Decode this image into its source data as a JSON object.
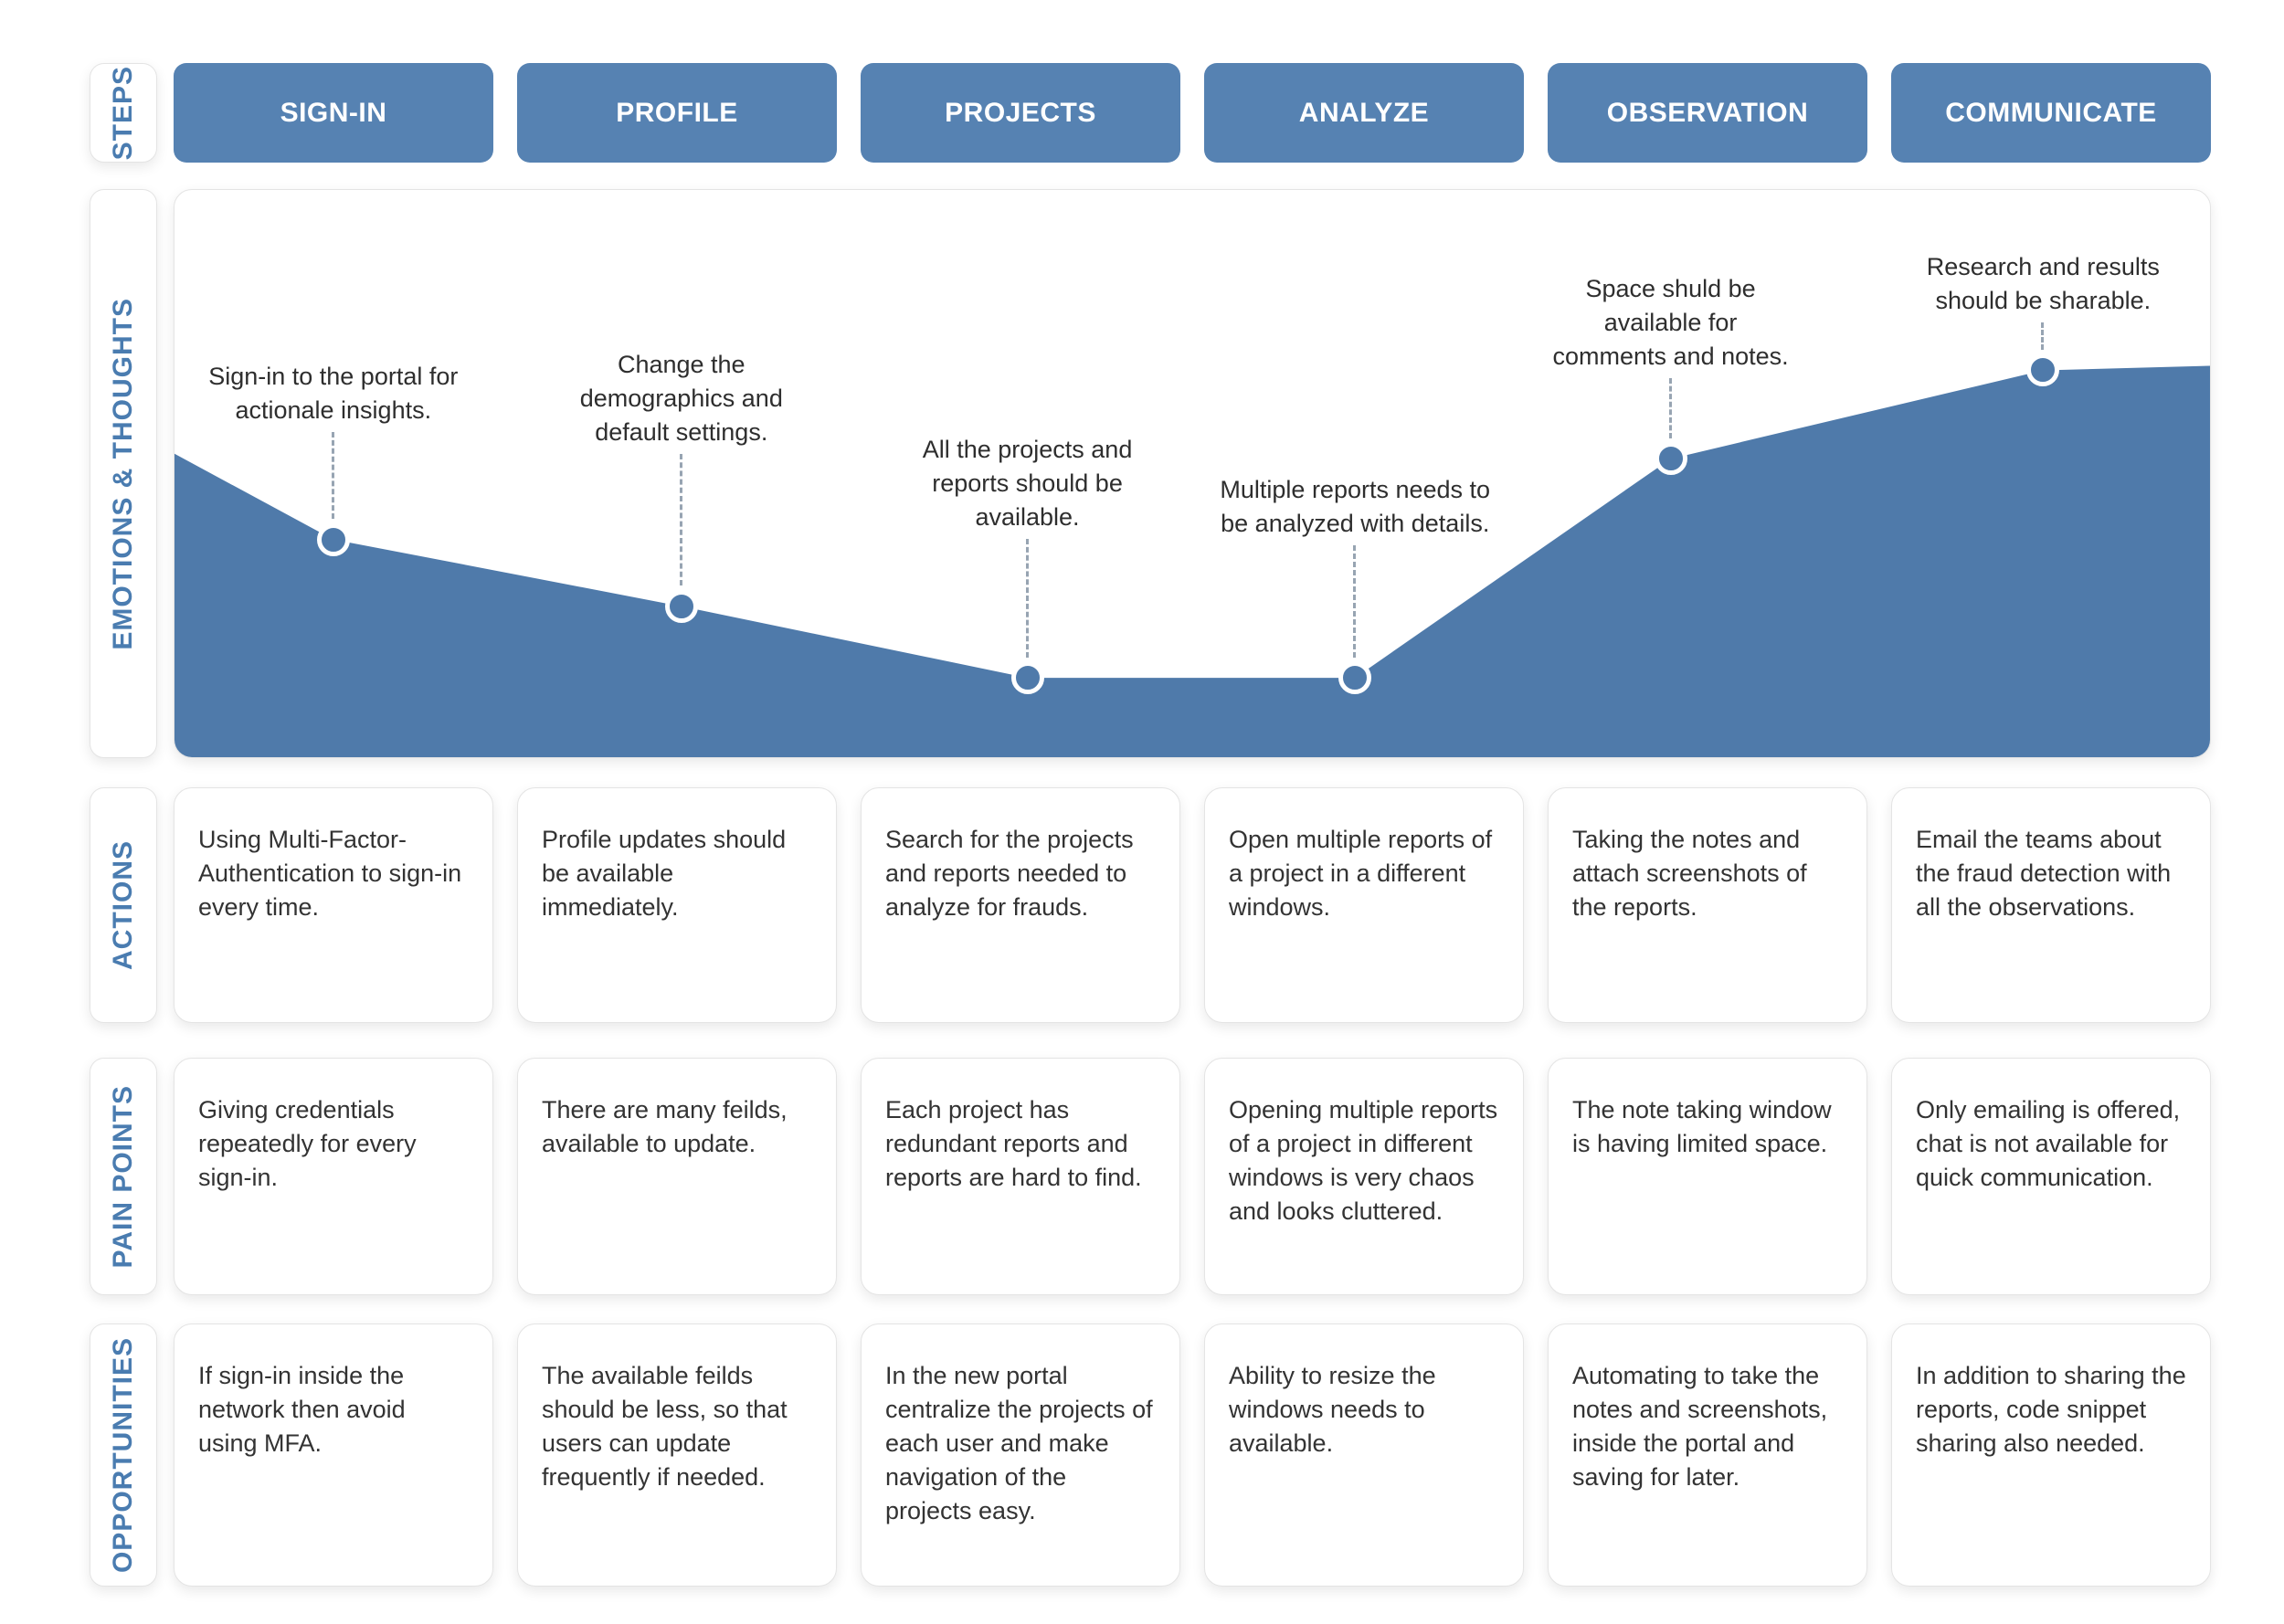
{
  "colors": {
    "primary_blue": "#5682b2",
    "area_blue": "#4f7aaa",
    "label_blue": "#4a7cb0",
    "text_dark": "#333333"
  },
  "steps_row": {
    "label": "STEPS",
    "steps": [
      "SIGN-IN",
      "PROFILE",
      "PROJECTS",
      "ANALYZE",
      "OBSERVATION",
      "COMMUNICATE"
    ]
  },
  "emotions_row": {
    "label": "EMOTIONS & THOUGHTS"
  },
  "actions_row": {
    "label": "ACTIONS",
    "cards": [
      "Using Multi-Factor-Authentication to sign-in every time.",
      "Profile updates should be available immediately.",
      "Search for the projects and reports needed to analyze for frauds.",
      "Open multiple reports of a project in a different windows.",
      "Taking the notes and attach screenshots of the reports.",
      "Email the teams about the fraud detection with all the observations."
    ]
  },
  "pain_points_row": {
    "label": "PAIN POINTS",
    "cards": [
      "Giving credentials repeatedly for every sign-in.",
      "There are many feilds, available to update.",
      "Each project has redundant reports and reports are hard to find.",
      "Opening multiple reports of a project in different windows is very chaos and looks cluttered.",
      "The note taking window is having limited space.",
      "Only emailing is offered, chat is not available for quick communication."
    ]
  },
  "opportunities_row": {
    "label": "OPPORTUNITIES",
    "cards": [
      "If sign-in inside the network then avoid using MFA.",
      "The available feilds should be less, so that users can update frequently if needed.",
      "In the new portal centralize the projects of each user and make navigation of the projects easy.",
      "Ability to resize the windows needs to available.",
      "Automating to take the notes and screenshots, inside the portal and saving for later.",
      "In addition to sharing the reports, code snippet sharing also needed."
    ]
  },
  "chart_data": {
    "type": "area",
    "title": "Emotions & Thoughts journey curve",
    "categories": [
      "SIGN-IN",
      "PROFILE",
      "PROJECTS",
      "ANALYZE",
      "OBSERVATION",
      "COMMUNICATE"
    ],
    "ylabel": "EMOTIONS & THOUGHTS",
    "grid": false,
    "points": [
      {
        "x_pct": 0.0,
        "y_pct": 46.5,
        "marker": false
      },
      {
        "x_pct": 7.8,
        "y_pct": 61.6,
        "marker": true,
        "step": "SIGN-IN"
      },
      {
        "x_pct": 24.9,
        "y_pct": 73.4,
        "marker": true,
        "step": "PROFILE"
      },
      {
        "x_pct": 41.9,
        "y_pct": 86.0,
        "marker": true,
        "step": "PROJECTS"
      },
      {
        "x_pct": 58.0,
        "y_pct": 86.0,
        "marker": true,
        "step": "ANALYZE"
      },
      {
        "x_pct": 73.5,
        "y_pct": 47.4,
        "marker": true,
        "step": "OBSERVATION"
      },
      {
        "x_pct": 91.8,
        "y_pct": 31.8,
        "marker": true,
        "step": "COMMUNICATE"
      },
      {
        "x_pct": 100.0,
        "y_pct": 31.0,
        "marker": false
      }
    ],
    "annotations": [
      {
        "step": "SIGN-IN",
        "text": "Sign-in to the portal for actionale insights.",
        "x_pct": 7.8,
        "marker_y_pct": 61.6,
        "text_bottom_pct": 41.9
      },
      {
        "step": "PROFILE",
        "text": "Change the demographics and default settings.",
        "x_pct": 24.9,
        "marker_y_pct": 73.4,
        "text_bottom_pct": 45.7
      },
      {
        "step": "PROJECTS",
        "text": "All the projects and reports should be available.",
        "x_pct": 41.9,
        "marker_y_pct": 86.0,
        "text_bottom_pct": 60.7
      },
      {
        "step": "ANALYZE",
        "text": "Multiple reports needs to be analyzed with details.",
        "x_pct": 58.0,
        "marker_y_pct": 86.0,
        "text_bottom_pct": 61.8
      },
      {
        "step": "OBSERVATION",
        "text": "Space shuld be available for comments and notes.",
        "x_pct": 73.5,
        "marker_y_pct": 47.4,
        "text_bottom_pct": 32.3
      },
      {
        "step": "COMMUNICATE",
        "text": "Research and results should be sharable.",
        "x_pct": 91.8,
        "marker_y_pct": 31.8,
        "text_bottom_pct": 22.6
      }
    ]
  }
}
